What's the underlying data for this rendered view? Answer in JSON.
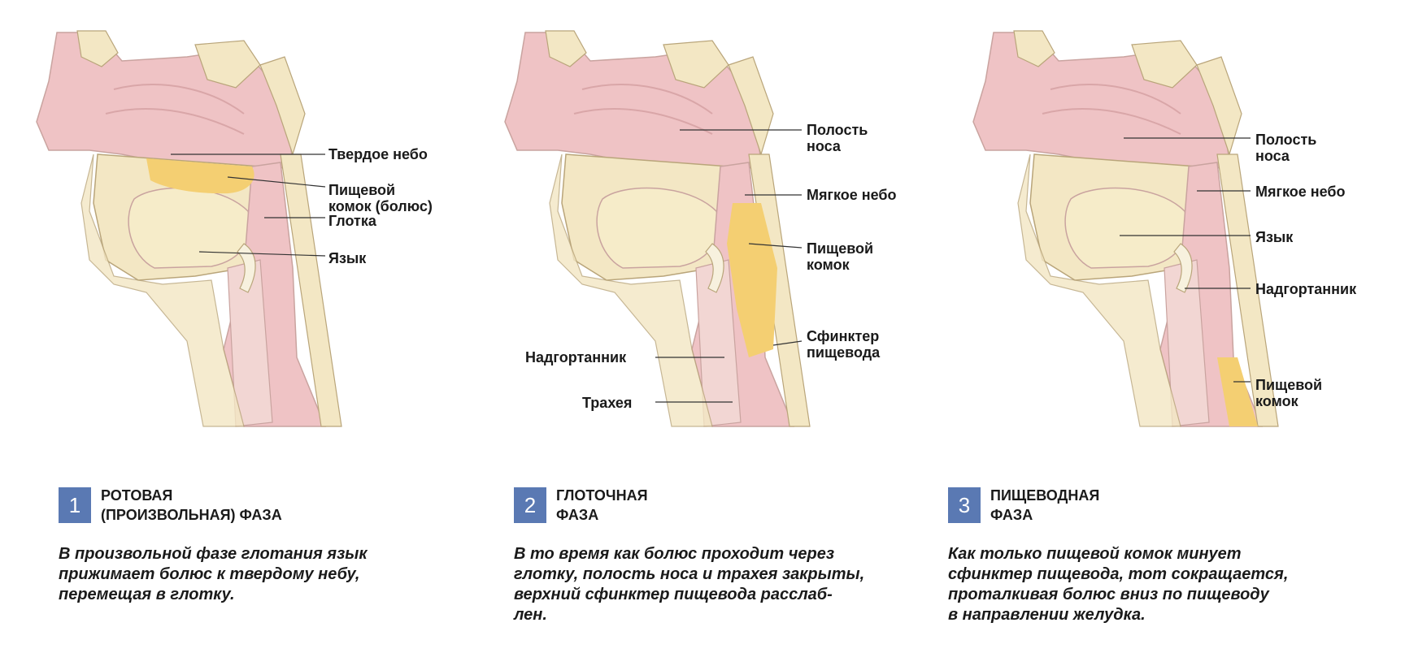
{
  "panels": [
    {
      "number": "1",
      "phase": "РОТОВАЯ\n(ПРОИЗВОЛЬНАЯ) ФАЗА",
      "description": "В произвольной фазе глотания язык\nприжимает болюс к твердому небу,\nперемещая в глотку.",
      "labels": {
        "hard_palate": "Твердое небо",
        "bolus": "Пищевой\nкомок (болюс)",
        "pharynx": "Глотка",
        "tongue": "Язык"
      }
    },
    {
      "number": "2",
      "phase": "ГЛОТОЧНАЯ\nФАЗА",
      "description": "В то время как болюс проходит через\nглотку, полость носа и трахея закрыты,\nверхний сфинктер пищевода расслаб-\nлен.",
      "labels": {
        "nasal_cavity": "Полость\nноса",
        "soft_palate": "Мягкое небо",
        "bolus": "Пищевой\nкомок",
        "sphincter": "Сфинктер\nпищевода",
        "epiglottis": "Надгортанник",
        "trachea": "Трахея"
      }
    },
    {
      "number": "3",
      "phase": "ПИЩЕВОДНАЯ\nФАЗА",
      "description": "Как только пищевой комок минует\nсфинктер пищевода, тот сокращается,\nпроталкивая болюс вниз по пищеводу\nв направлении желудка.",
      "labels": {
        "nasal_cavity": "Полость\nноса",
        "soft_palate": "Мягкое небо",
        "tongue": "Язык",
        "epiglottis": "Надгортанник",
        "bolus": "Пищевой\nкомок"
      }
    }
  ],
  "colors": {
    "badge": "#5a79b3",
    "tissue_pink": "#efc3c5",
    "bone": "#f3e7c4",
    "bolus": "#f4cf72"
  }
}
